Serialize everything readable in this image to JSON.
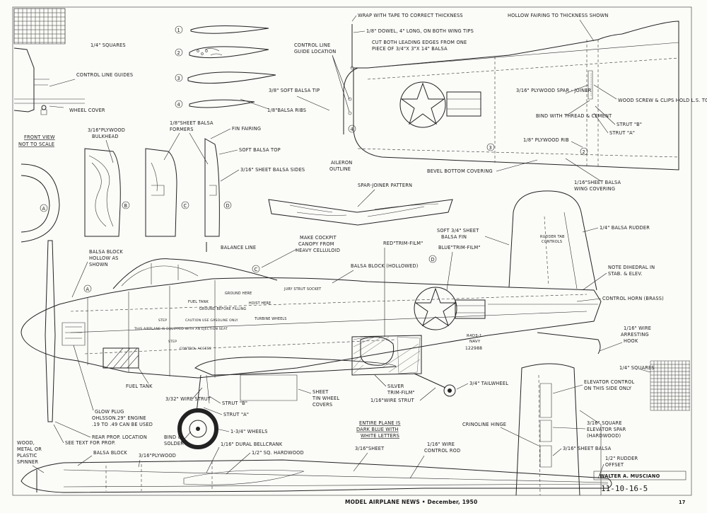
{
  "labels": {
    "squares_top": "1/4\" SQUARES",
    "control_line_guides": "CONTROL LINE GUIDES",
    "wheel_cover": "WHEEL COVER",
    "front_view": "FRONT VIEW",
    "not_to_scale": "NOT TO SCALE",
    "balsa_tip": "3/8\" SOFT BALSA TIP",
    "balsa_ribs": "1/8\"BALSA RIBS",
    "control_line_guide_location": "CONTROL LINE GUIDE LOCATION",
    "wrap_tape": "WRAP WITH TAPE TO CORRECT THICKNESS",
    "dowel": "1/8\" DOWEL, 4\" LONG, ON BOTH WING TIPS",
    "cut_leading_1": "CUT BOTH LEADING EDGES FROM ONE",
    "cut_leading_2": "PIECE OF 3/4\"X 3\"X 14\" BALSA",
    "hollow_fairing": "HOLLOW FAIRING TO THICKNESS SHOWN",
    "spar_joiner_ply": "3/16\" PLYWOOD SPAR - JOINER",
    "wood_screw": "WOOD SCREW & CLIPS HOLD L.S. TO SPAR",
    "bind_thread": "BIND WITH THREAD & CEMENT",
    "strut_b_top": "STRUT \"B\"",
    "strut_a_top": "STRUT \"A\"",
    "plywood_rib": "1/8\" PLYWOOD RIB",
    "aileron_outline": "AILERON OUTLINE",
    "bevel_bottom": "BEVEL BOTTOM COVERING",
    "ply_bulkhead": "3/16\"PLYWOOD BULKHEAD",
    "sheet_formers": "1/8\"SHEET BALSA FORMERS",
    "fin_fairing": "FIN FAIRING",
    "soft_balsa_top": "SOFT BALSA TOP",
    "sheet_sides": "3/16\" SHEET BALSA SIDES",
    "spar_joiner_pattern": "SPAR-JOINER PATTERN",
    "wing_covering": "1/16\"SHEET BALSA WING COVERING",
    "balance_line": "BALANCE LINE",
    "cockpit_canopy": "MAKE COCKPIT CANOPY FROM HEAVY CELLULOID",
    "soft_fin": "SOFT 3/4\" SHEET BALSA FIN",
    "balsa_rudder": "1/4\" BALSA RUDDER",
    "rudder_tab": "RUDDER TAB CONTROLS",
    "balsa_block_hollow": "BALSA BLOCK HOLLOW AS SHOWN",
    "red_trim": "RED\"TRIM-FILM\"",
    "blue_trim": "BLUE\"TRIM-FILM\"",
    "balsa_block_hollowed": "BALSA BLOCK (HOLLOWED)",
    "note_dihedral": "NOTE DIHEDRAL IN STAB. & ELEV.",
    "control_horn": "CONTROL HORN (BRASS)",
    "fuel_tank_small": "FUEL TANK",
    "ground_here": "GROUND HERE",
    "ground_before": "GROUND BEFORE FILLING",
    "jury_strut": "JURY STRUT SOCKET",
    "hoist_here": "HOIST HERE",
    "turbine_wheels": "TURBINE WHEELS",
    "caution": "CAUTION USE GASOLINE ONLY",
    "airplane_equipped": "THIS AIRPLANE IS EQUIPPED WITH AN EJECTION SEAT",
    "step": "STEP",
    "control_access": "CONTROL ACCESS",
    "r4d": "R4D3-1",
    "navy": "NAVY",
    "serial": "122988",
    "arresting_hook": "1/16\" WIRE ARRESTING HOOK",
    "fuel_tank": "FUEL TANK",
    "wire_strut": "3/32\" WIRE STRUT",
    "strut_b": "STRUT \"B\"",
    "strut_a": "STRUT \"A\"",
    "sheet_tin": "SHEET TIN WHEEL COVERS",
    "silver_trim": "SILVER \"TRIM-FILM\"",
    "wire_strut_16": "1/16\"WIRE STRUT",
    "tailwheel": "3/4\" TAILWHEEL",
    "squares_right": "1/4\" SQUARES",
    "elevator_control": "ELEVATOR CONTROL ON THIS SIDE ONLY",
    "glow_plug": "GLOW PLUG OHLSSON.29\" ENGINE .19 TO .49 CAN BE USED",
    "rear_prop": "REAR PROP. LOCATION",
    "wheels": "1-3/4\" WHEELS",
    "bind_solder": "BIND & SOLDER",
    "entire_plane": "ENTIRE PLANE IS DARK BLUE WITH WHITE LETTERS",
    "crinoline_hinge": "CRINOLINE HINGE",
    "elevator_spar": "3/16\" SQUARE ELEVATOR SPAR (HARDWOOD)",
    "see_text": "SEE TEXT FOR PROP.",
    "dural_bellcrank": "1/16\" DURAL BELLCRANK",
    "sq_hardwood": "1/2\" SQ. HARDWOOD",
    "wire_control_rod": "1/16\" WIRE CONTROL ROD",
    "sheet_balsa_316": "3/16\" SHEET BALSA",
    "rudder_offset": "1/2\" RUDDER OFFSET",
    "spinner": "WOOD, METAL OR PLASTIC SPINNER",
    "balsa_block": "BALSA BLOCK",
    "plywood_316": "3/16\"PLYWOOD",
    "sheet_316": "3/16\"SHEET",
    "author": "WALTER A. MUSCIANO",
    "footer": "MODEL AIRPLANE NEWS • December, 1950",
    "page_no": "17",
    "handwritten": "11-10-16-5"
  },
  "callouts": {
    "section_a": "A",
    "section_b": "B",
    "section_c": "C",
    "section_d": "D",
    "rib_1": "1",
    "rib_2": "2",
    "rib_3": "3",
    "rib_4": "4"
  }
}
